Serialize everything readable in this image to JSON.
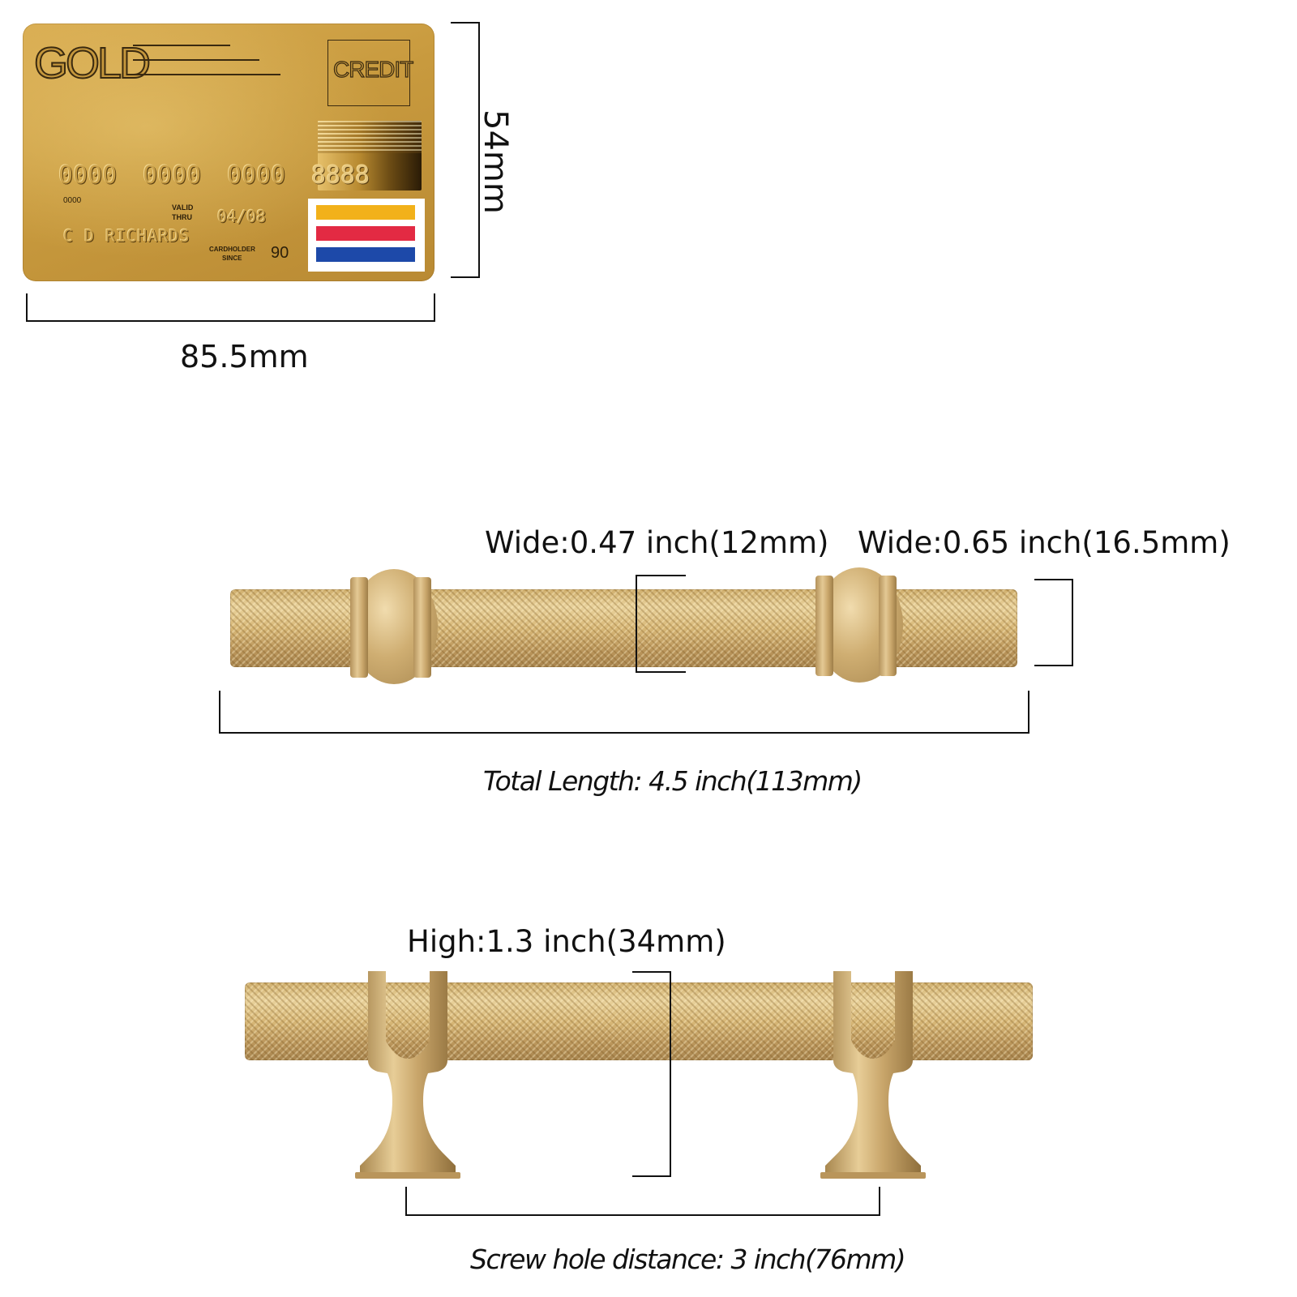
{
  "card": {
    "brand": "GOLD",
    "type": "CREDIT",
    "number_groups": [
      "0000",
      "0000",
      "0000",
      "8888"
    ],
    "small_number": "0000",
    "valid_label_line1": "VALID",
    "valid_label_line2": "THRU",
    "valid_date": "04/08",
    "cardholder_name": "C D RICHARDS",
    "since_label_line1": "CARDHOLDER",
    "since_label_line2": "SINCE",
    "since_year": "90",
    "flag_colors": [
      "#f2b11a",
      "#e32a43",
      "#1d49a9"
    ]
  },
  "dimensions": {
    "card_width": "85.5mm",
    "card_height": "54mm",
    "bar_wide": "Wide:0.47 inch(12mm)",
    "base_wide": "Wide:0.65 inch(16.5mm)",
    "total_length": "Total Length: 4.5 inch(113mm)",
    "height": "High:1.3 inch(34mm)",
    "screw_hole": "Screw hole distance: 3 inch(76mm)"
  },
  "colors": {
    "brass": "#d4b574",
    "line": "#111111"
  }
}
